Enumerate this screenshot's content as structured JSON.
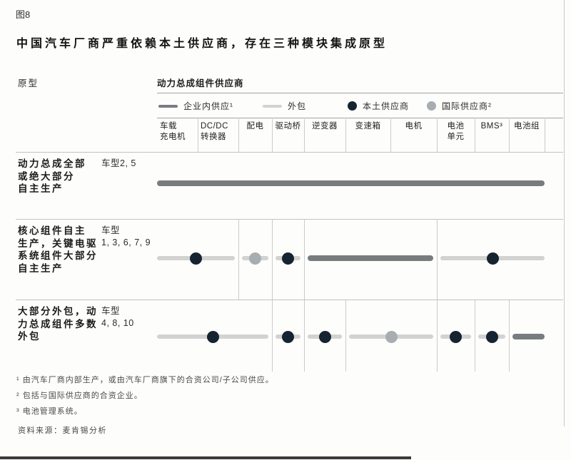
{
  "figure": {
    "label": "图8",
    "row_group_label": "原型",
    "column_group_label": "动力总成组件供应商",
    "source": "资料来源：麦肯锡分析"
  },
  "footnotes": [
    "¹ 由汽车厂商内部生产，或由汽车厂商旗下的合资公司/子公司供应。",
    "² 包括与国际供应商的合资企业。",
    "³ 电池管理系统。"
  ],
  "colors": {
    "in_house": "#797c7f",
    "outsourced": "#d2d2d2",
    "local_supplier": "#162330",
    "international_supplier": "#a8adb1"
  },
  "chart_data": {
    "type": "table",
    "title": "中国汽车厂商严重依赖本土供应商，存在三种模块集成原型",
    "legend": [
      {
        "label": "企业内供应¹",
        "swatch": "line-dark"
      },
      {
        "label": "外包",
        "swatch": "line-light"
      },
      {
        "label": "本土供应商",
        "swatch": "dot-dark"
      },
      {
        "label": "国际供应商²",
        "swatch": "dot-gray"
      }
    ],
    "columns": [
      {
        "name": "车载充电机",
        "lines": [
          "车载",
          "充电机"
        ]
      },
      {
        "name": "DC/DC转换器",
        "lines": [
          "DC/DC",
          "转换器"
        ]
      },
      {
        "name": "配电",
        "lines": [
          "配电"
        ]
      },
      {
        "name": "驱动桥",
        "lines": [
          "驱动桥"
        ]
      },
      {
        "name": "逆变器",
        "lines": [
          "逆变器"
        ]
      },
      {
        "name": "变速箱",
        "lines": [
          "变速箱"
        ]
      },
      {
        "name": "电机",
        "lines": [
          "电机"
        ]
      },
      {
        "name": "电池单元",
        "lines": [
          "电池",
          "单元"
        ]
      },
      {
        "name": "BMS³",
        "lines": [
          "BMS³"
        ]
      },
      {
        "name": "电池组",
        "lines": [
          "电池组"
        ]
      }
    ],
    "rows": [
      {
        "archetype": "动力总成全部或绝大部分自主生产",
        "archetype_lines": [
          "动力总成全部",
          "或绝大部分",
          "自主生产"
        ],
        "models": "车型2, 5",
        "models_lines": [
          "车型2, 5"
        ],
        "segments": [
          {
            "cols": [
              1,
              10
            ],
            "supply": "in-house"
          }
        ]
      },
      {
        "archetype": "核心组件自主生产，关键电驱系统组件大部分自主生产",
        "archetype_lines": [
          "核心组件自主",
          "生产，关键电驱",
          "系统组件大部分",
          "自主生产"
        ],
        "models": "车型 1, 3, 6, 7, 9",
        "models_lines": [
          "车型",
          "1, 3, 6, 7, 9"
        ],
        "segments": [
          {
            "cols": [
              1,
              2
            ],
            "supply": "outsourced",
            "dot": "local"
          },
          {
            "cols": [
              3,
              3
            ],
            "supply": "outsourced",
            "dot": "international"
          },
          {
            "cols": [
              4,
              4
            ],
            "supply": "outsourced",
            "dot": "local"
          },
          {
            "cols": [
              5,
              7
            ],
            "supply": "in-house"
          },
          {
            "cols": [
              8,
              10
            ],
            "supply": "outsourced",
            "dot": "local"
          }
        ]
      },
      {
        "archetype": "大部分外包，动力总成组件多数外包",
        "archetype_lines": [
          "大部分外包，动",
          "力总成组件多数",
          "外包"
        ],
        "models": "车型 4, 8, 10",
        "models_lines": [
          "车型",
          "4, 8, 10"
        ],
        "segments": [
          {
            "cols": [
              1,
              3
            ],
            "supply": "outsourced",
            "dot": "local"
          },
          {
            "cols": [
              4,
              4
            ],
            "supply": "outsourced",
            "dot": "local"
          },
          {
            "cols": [
              5,
              5
            ],
            "supply": "outsourced",
            "dot": "local"
          },
          {
            "cols": [
              6,
              7
            ],
            "supply": "outsourced",
            "dot": "international"
          },
          {
            "cols": [
              8,
              8
            ],
            "supply": "outsourced",
            "dot": "local"
          },
          {
            "cols": [
              9,
              9
            ],
            "supply": "outsourced",
            "dot": "local"
          },
          {
            "cols": [
              10,
              10
            ],
            "supply": "in-house"
          }
        ]
      }
    ]
  }
}
